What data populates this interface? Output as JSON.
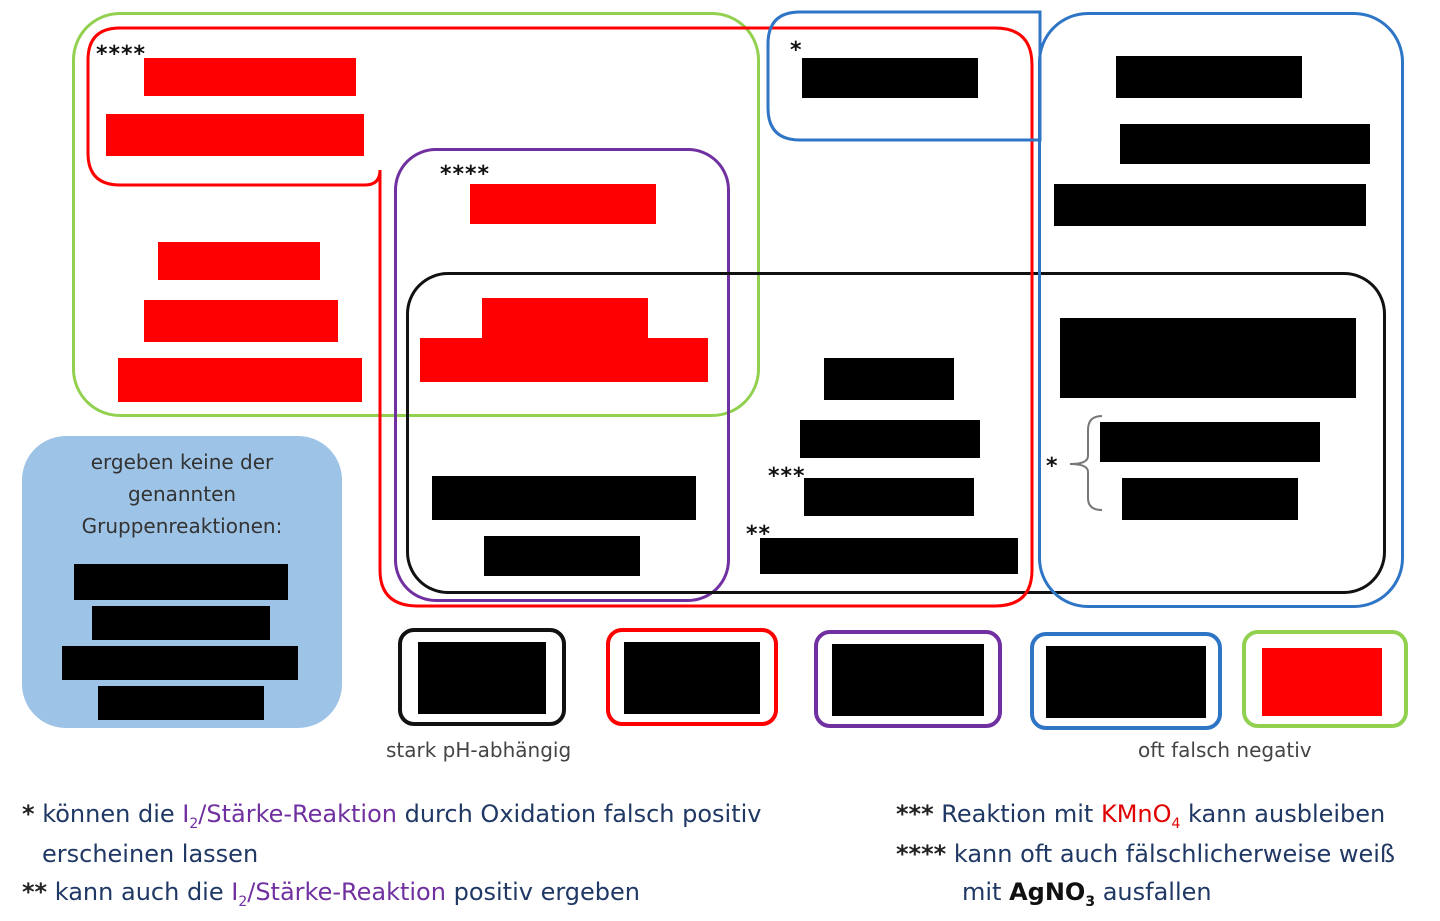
{
  "colors": {
    "green": "#92d050",
    "red": "#ff0000",
    "blue": "#2e75c6",
    "purple": "#7030a0",
    "black": "#000000",
    "legend_box_fill": "#9dc3e6",
    "footnote_text": "#1f3864"
  },
  "markers": {
    "four": "****",
    "three": "***",
    "two": "**",
    "one": "*"
  },
  "no_reaction": {
    "label": "ergeben keine der genannten Gruppenreaktionen:"
  },
  "captions": {
    "black_group": "stark pH-abhängig",
    "green_group": "oft falsch negativ"
  },
  "footnotes": {
    "f1": {
      "marker": "*",
      "part1": "können die ",
      "highlight_main": "I",
      "highlight_sub": "2",
      "highlight_rest": "/Stärke-Reaktion",
      "part2": " durch Oxidation falsch positiv",
      "line2": "erscheinen lassen"
    },
    "f2": {
      "marker": "**",
      "part1": "kann auch die ",
      "highlight_main": "I",
      "highlight_sub": "2",
      "highlight_rest": "/Stärke-Reaktion",
      "part2": " positiv ergeben"
    },
    "f3": {
      "marker": "***",
      "part1": "Reaktion mit ",
      "highlight_main": "KMnO",
      "highlight_sub": "4",
      "part2": " kann ausbleiben"
    },
    "f4": {
      "marker": "****",
      "part1": "kann oft auch fälschlicherweise weiß",
      "line2_part1": "mit ",
      "bold_main": "AgNO",
      "bold_sub": "3",
      "line2_part2": " ausfallen"
    }
  }
}
